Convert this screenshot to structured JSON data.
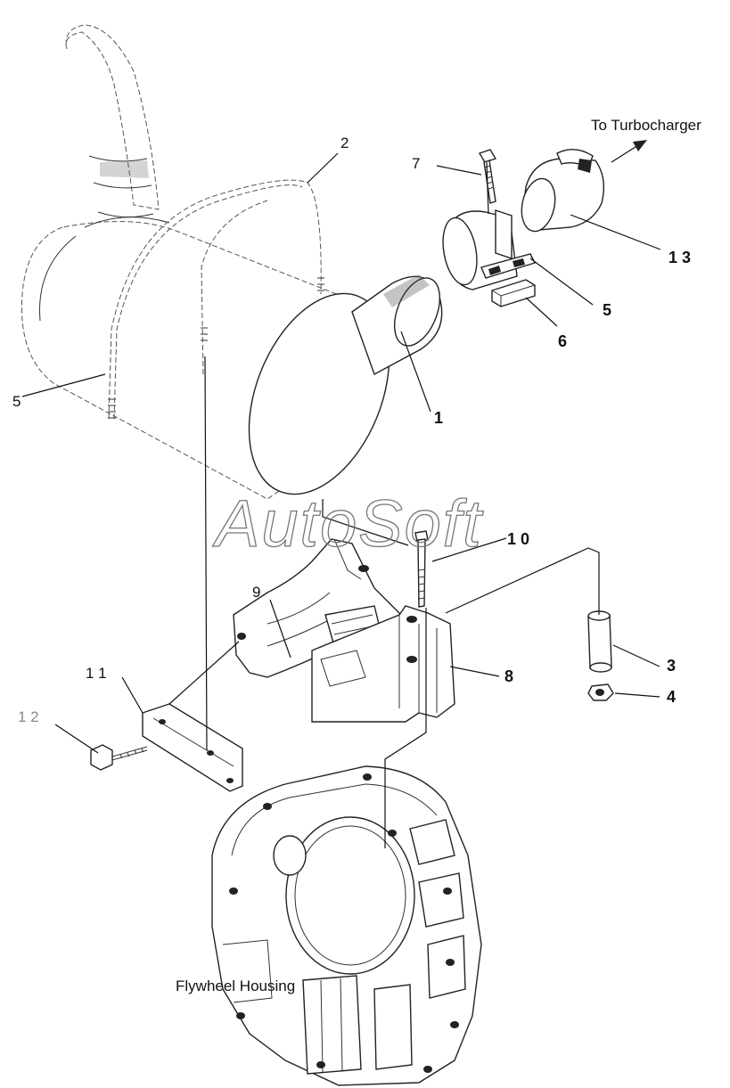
{
  "callouts": {
    "c1": "1",
    "c2": "2",
    "c3": "3",
    "c4": "4",
    "c5": "5",
    "c6": "6",
    "c7": "7",
    "c8": "8",
    "c9": "9",
    "c10": "1 0",
    "c11": "1 1",
    "c12": "1 2",
    "c13": "1 3",
    "c_left": "5"
  },
  "captions": {
    "turbocharger": "To Turbocharger",
    "flywheel_housing": "Flywheel Housing"
  },
  "watermark": "AutoSoft"
}
